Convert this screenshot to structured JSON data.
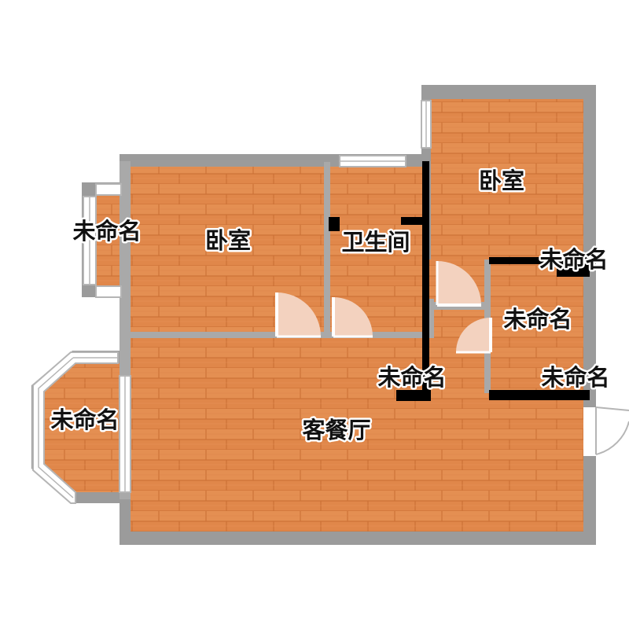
{
  "colors": {
    "floor": "#e0874a",
    "floor_line": "#c96d33",
    "wall_outer": "#9b9b9b",
    "wall_inner": "#a9a9a9",
    "wall_solid": "#000000",
    "window_glass": "#ffffff",
    "window_frame": "#b5b5b5",
    "door_swing": "#f3d2bf"
  },
  "rooms": {
    "bedroom_left": "卧室",
    "bedroom_right": "卧室",
    "bathroom": "卫生间",
    "living_dining": "客餐厅",
    "balcony_left_upper": "未命名",
    "bay_window_left": "未命名",
    "hall_center": "未命名",
    "right_upper": "未命名",
    "right_middle": "未命名",
    "right_lower": "未命名"
  }
}
